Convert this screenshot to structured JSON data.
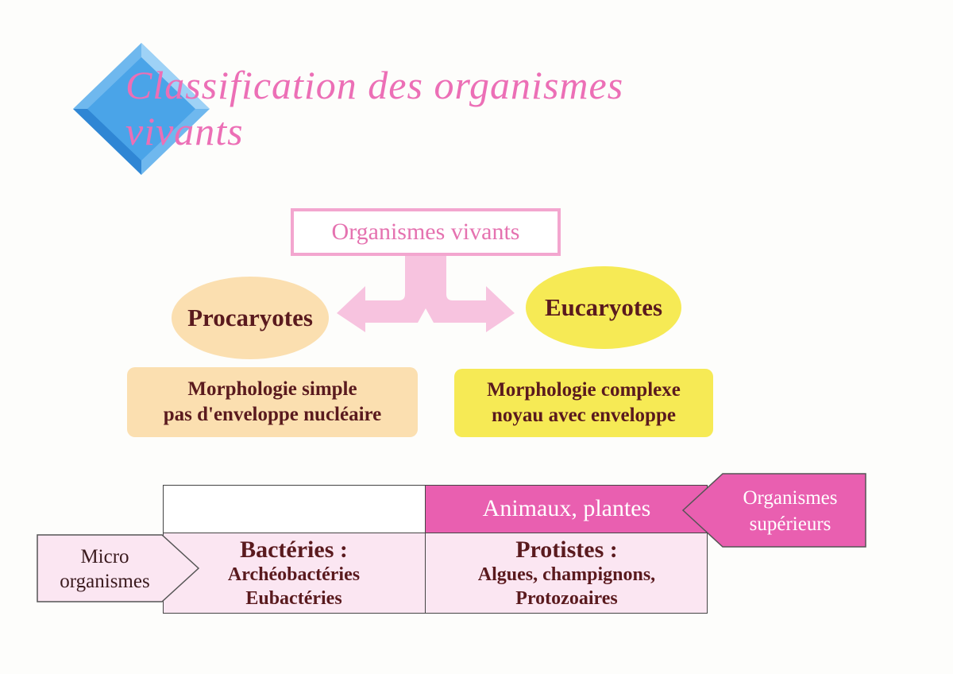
{
  "title": "Classification des organismes vivants",
  "root": "Organismes vivants",
  "branches": {
    "left": {
      "label": "Procaryotes",
      "desc_line1": "Morphologie simple",
      "desc_line2": "pas d'enveloppe nucléaire"
    },
    "right": {
      "label": "Eucaryotes",
      "desc_line1": "Morphologie complexe",
      "desc_line2": "noyau avec enveloppe"
    }
  },
  "table": {
    "top_right": "Animaux, plantes",
    "bottom_left": {
      "heading": "Bactéries :",
      "line1": "Archéobactéries",
      "line2": "Eubactéries"
    },
    "bottom_right": {
      "heading": "Protistes :",
      "line1": "Algues, champignons,",
      "line2": "Protozoaires"
    }
  },
  "callouts": {
    "left": {
      "line1": "Micro",
      "line2": "organismes"
    },
    "right": {
      "line1": "Organismes",
      "line2": "supérieurs"
    }
  },
  "colors": {
    "title": "#ec6fb6",
    "diamond": "#3d9be0",
    "procaryotes": "#fbdfb0",
    "eucaryotes": "#f6ea55",
    "magenta": "#e95fb0",
    "pale_pink": "#fbe6f2",
    "arrow": "#f7c3df"
  }
}
